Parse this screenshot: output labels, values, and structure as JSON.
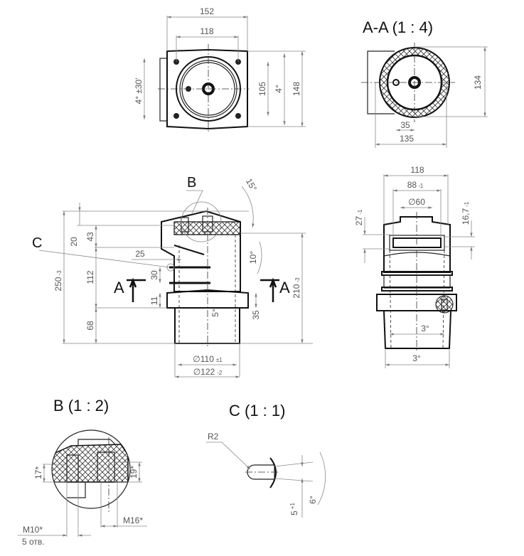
{
  "top_view": {
    "dims": {
      "width_152": "152",
      "width_118": "118",
      "angle_left": "4° ±30'",
      "height_105": "105",
      "angle_right": "4°",
      "height_148": "148"
    }
  },
  "section_aa": {
    "title": "A-A (1 : 4)",
    "dims": {
      "d134": "134",
      "d35": "35",
      "d135": "135"
    }
  },
  "front_view": {
    "labels": {
      "b": "B",
      "c": "C",
      "a_left": "A",
      "a_right": "A"
    },
    "dims": {
      "d250": "250",
      "d250_tol": "-3",
      "d20": "20",
      "d43": "43",
      "d112": "112",
      "d68": "68",
      "d25": "25",
      "d30": "30",
      "d11": "11",
      "a5": "5°",
      "d35": "35",
      "a10": "10°",
      "a15": "15°",
      "d210": "210",
      "d210_tol": "-3",
      "d110": "∅110",
      "d110_tol": "±1",
      "d122": "∅122",
      "d122_tol": "-2"
    }
  },
  "side_view": {
    "dims": {
      "d118": "118",
      "d88": "88",
      "d88_tol": "-1",
      "d60": "∅60",
      "d27": "27",
      "d27_tol": "-1",
      "d16": "16,7",
      "d16_tol": "-1",
      "a3_top": "3°",
      "a3_bottom": "3°"
    }
  },
  "detail_b": {
    "title": "B (1 : 2)",
    "dims": {
      "d17": "17*",
      "d19": "19*",
      "m10": "M10*",
      "holes": "5 отв.",
      "m16": "M16*"
    }
  },
  "detail_c": {
    "title": "C (1 : 1)",
    "dims": {
      "r2": "R2",
      "d5": "5",
      "d5_tol": "+1",
      "a6": "6°"
    }
  }
}
